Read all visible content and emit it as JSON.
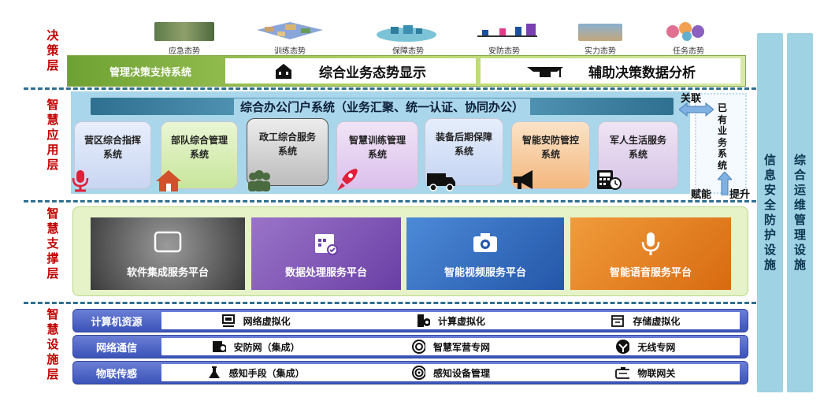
{
  "layers": {
    "decision": "决\n策\n层",
    "application": "智\n慧\n应\n用\n层",
    "support": "智\n慧\n支\n撑\n层",
    "infrastructure": "智\n慧\n设\n施\n层"
  },
  "situations": [
    "应急态势",
    "训练态势",
    "保障态势",
    "安防态势",
    "实力态势",
    "任务态势"
  ],
  "decision_bar": {
    "label": "管理决策支持系统",
    "display": "综合业务态势显示",
    "analysis": "辅助决策数据分析"
  },
  "portal": {
    "title": "综合办公门户系统（业务汇聚、统一认证、协同办公）"
  },
  "apps": [
    "营区综合指挥\n系统",
    "部队综合管理\n系统",
    "政工综合服务\n系统",
    "智慧训练管理\n系统",
    "装备后期保障\n系统",
    "智能安防管控\n系统",
    "军人生活服务\n系统"
  ],
  "existing": {
    "assoc": "关联",
    "label": "已\n有\n业\n务\n系\n统",
    "empower": "赋能",
    "upgrade": "提升"
  },
  "platforms": [
    "软件集成服务平台",
    "数据处理服务平台",
    "智能视频服务平台",
    "智能语音服务平台"
  ],
  "infra": [
    {
      "label": "计算机资源",
      "items": [
        "网络虚拟化",
        "计算虚拟化",
        "存储虚拟化"
      ]
    },
    {
      "label": "网络通信",
      "items": [
        "安防网（集成）",
        "智慧军营专网",
        "无线专网"
      ]
    },
    {
      "label": "物联传感",
      "items": [
        "感知手段（集成）",
        "感知设备管理",
        "物联网关"
      ]
    }
  ],
  "side": {
    "security": "信\n息\n安\n全\n防\n护\n设\n施",
    "ops": "综\n合\n运\n维\n管\n理\n设\n施"
  },
  "colors": {
    "accent_blue": "#2f6f8f",
    "layer_red": "#c00000",
    "green_bar": "#8fbf3f"
  }
}
